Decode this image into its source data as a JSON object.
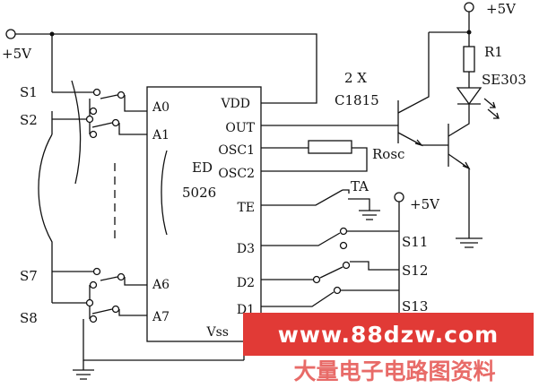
{
  "chip": {
    "name_line1": "ED",
    "name_line2": "5026"
  },
  "pins_left": [
    "A0",
    "A1",
    "A6",
    "A7"
  ],
  "pins_right": [
    "VDD",
    "OUT",
    "OSC1",
    "OSC2",
    "TE",
    "D3",
    "D2",
    "D1",
    "Vss"
  ],
  "supply_label": "+5V",
  "switches_left": [
    "S1",
    "S2",
    "S7",
    "S8"
  ],
  "switches_right": [
    "S11",
    "S12",
    "S13"
  ],
  "transistor_label": "2 X",
  "transistor_part": "C1815",
  "resistor": "R1",
  "led": "SE303",
  "osc_resistor": "Rosc",
  "ta_label": "TA",
  "watermark": {
    "url": "www.88dzw.com",
    "text": "大量电子电路图资料"
  }
}
